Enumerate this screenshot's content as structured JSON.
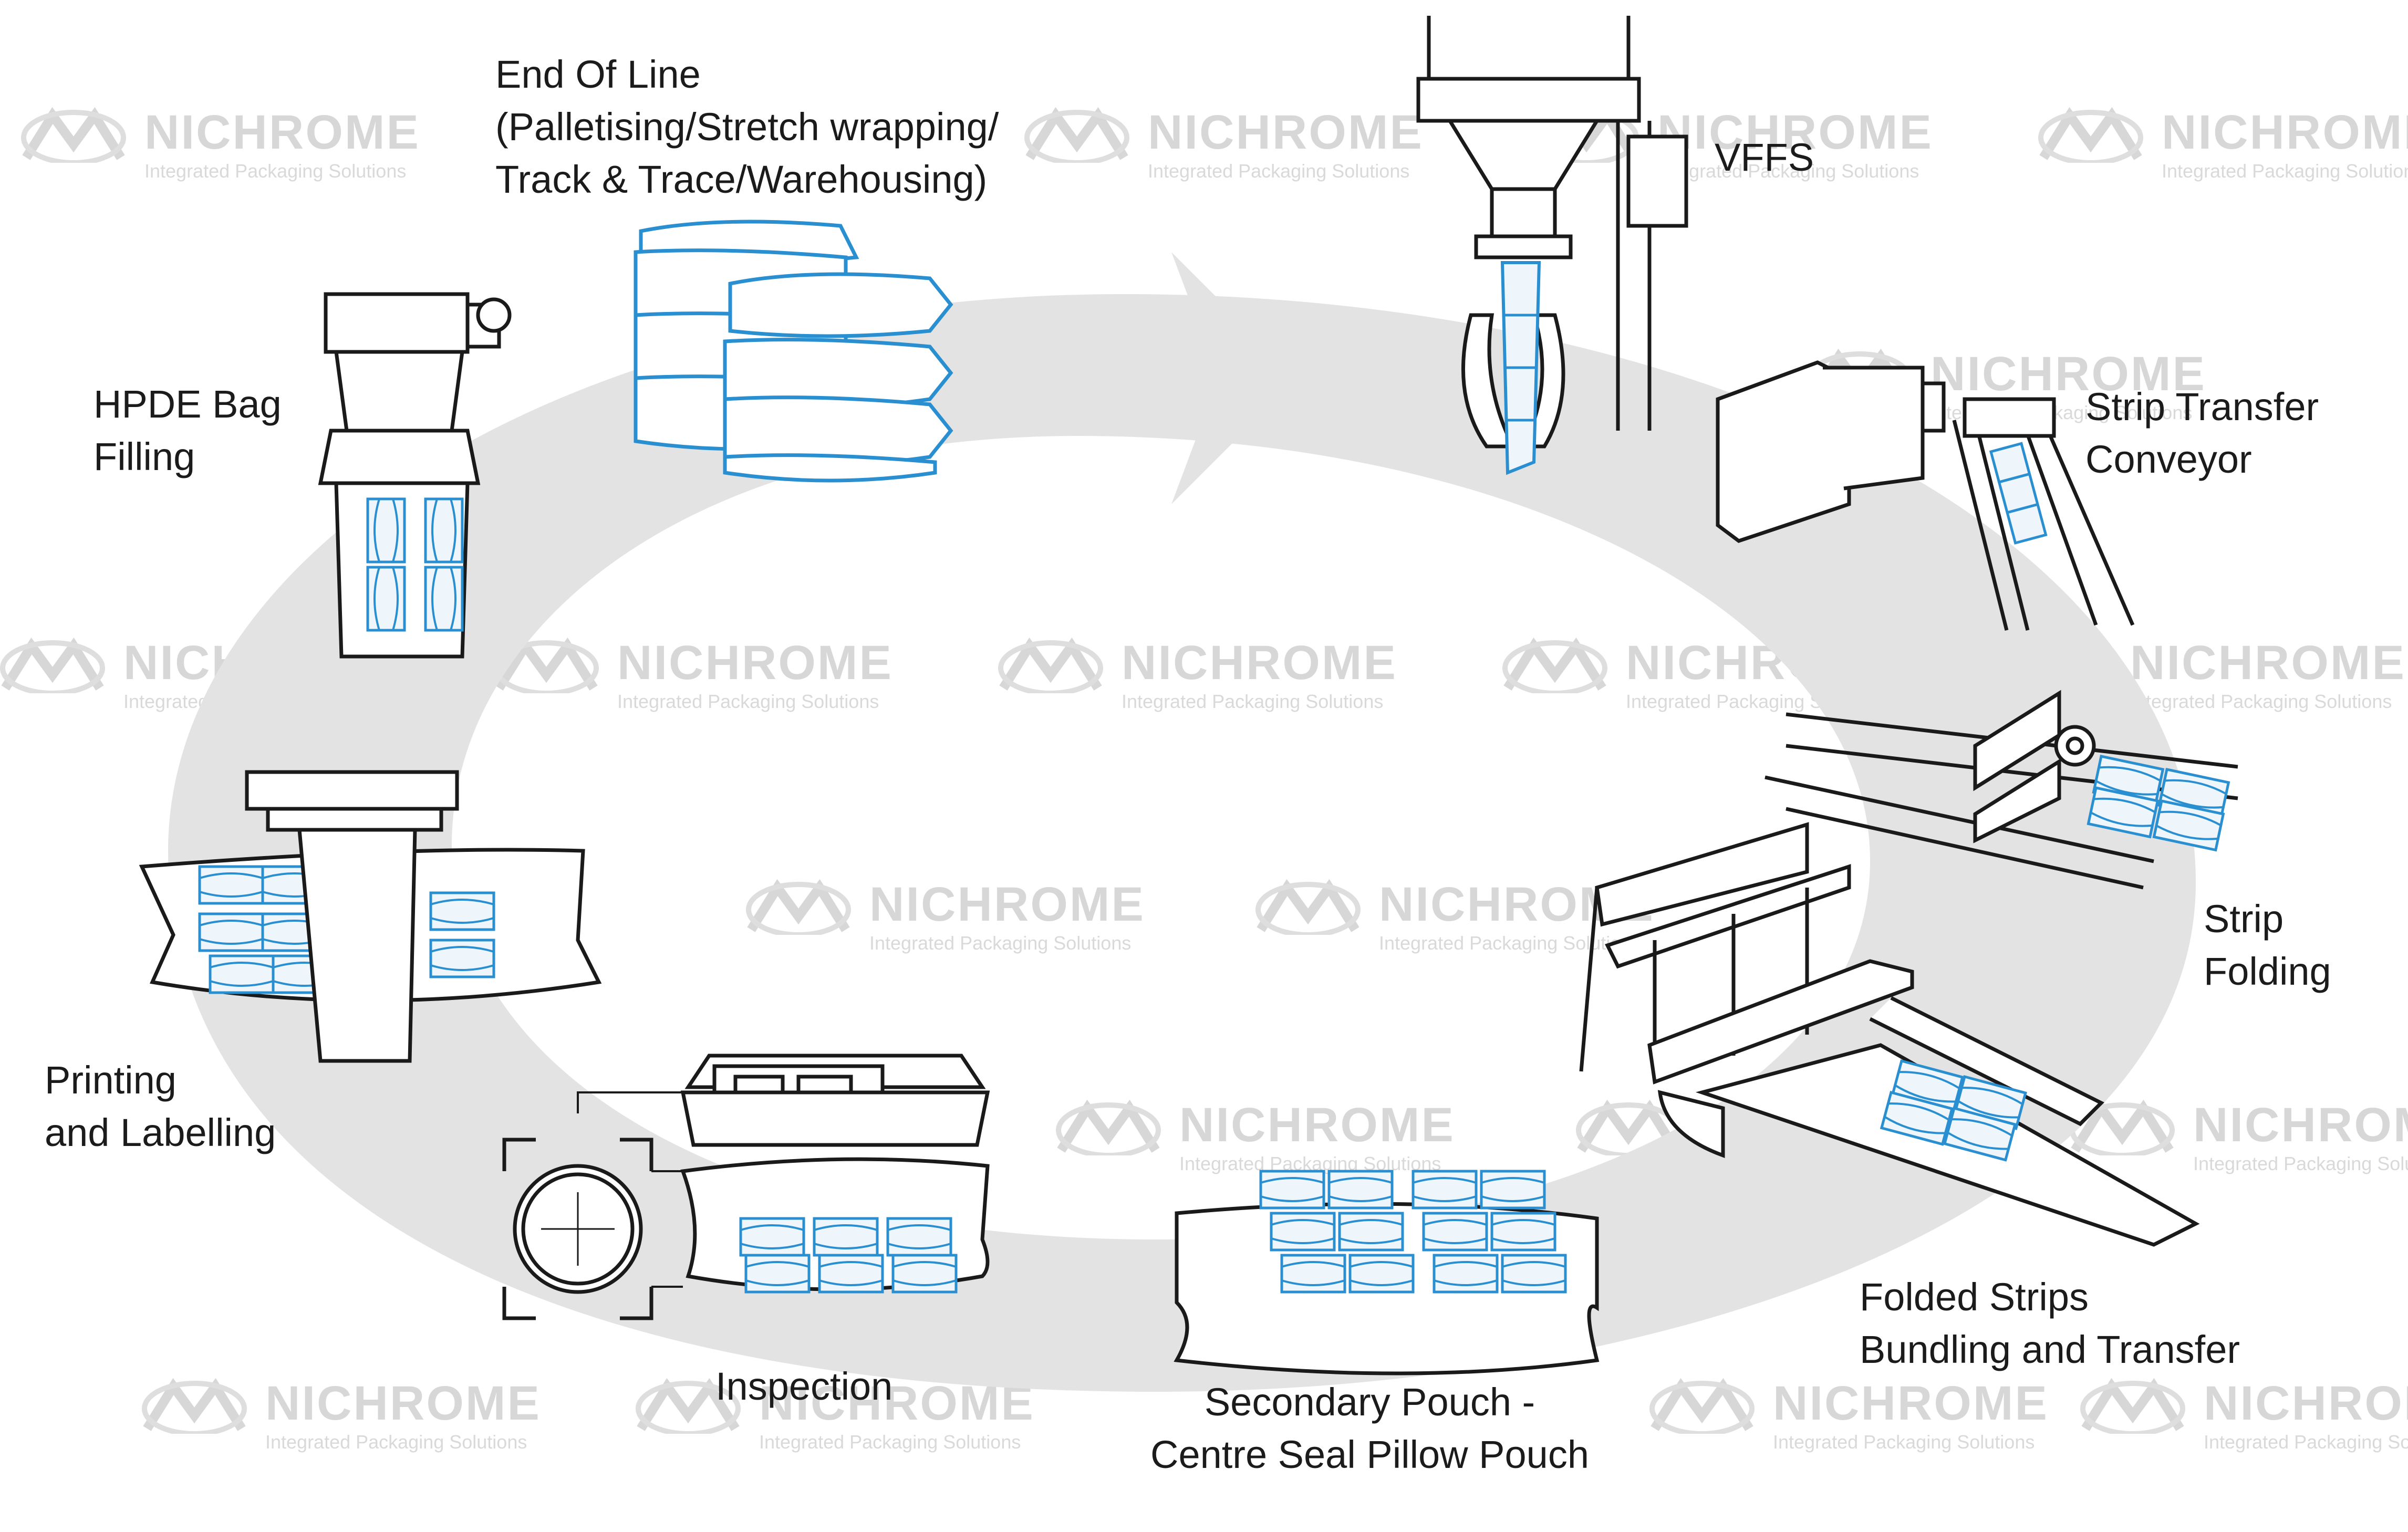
{
  "watermark": {
    "name": "NICHROME",
    "tagline": "Integrated Packaging Solutions"
  },
  "colors": {
    "ring": "#e3e3e3",
    "outline": "#1a1a1a",
    "product_blue": "#2a8fd0",
    "watermark": "#d7d7d7"
  },
  "stages": [
    {
      "id": "vffs",
      "lines": [
        "VFFS"
      ]
    },
    {
      "id": "strip-transfer",
      "lines": [
        "Strip Transfer",
        "Conveyor"
      ]
    },
    {
      "id": "strip-folding",
      "lines": [
        "Strip",
        "Folding"
      ]
    },
    {
      "id": "bundling",
      "lines": [
        "Folded Strips",
        "Bundling and Transfer"
      ]
    },
    {
      "id": "secondary-pouch",
      "lines": [
        "Secondary Pouch -",
        "Centre Seal Pillow Pouch"
      ]
    },
    {
      "id": "inspection",
      "lines": [
        "Inspection"
      ]
    },
    {
      "id": "printing",
      "lines": [
        "Printing",
        "and Labelling"
      ]
    },
    {
      "id": "hdpe",
      "lines": [
        "HPDE Bag",
        "Filling"
      ]
    },
    {
      "id": "end-of-line",
      "lines": [
        "End Of Line",
        "(Palletising/Stretch wrapping/",
        "Track & Trace/Warehousing)"
      ]
    }
  ],
  "icons": [
    "vffs-machine-icon",
    "strip-conveyor-icon",
    "strip-folding-icon",
    "bundling-machine-icon",
    "pillow-pouch-icon",
    "inspection-camera-icon",
    "labelled-bag-icon",
    "hdpe-bag-filler-icon",
    "pallet-stack-icon",
    "flow-arrow-icon"
  ]
}
